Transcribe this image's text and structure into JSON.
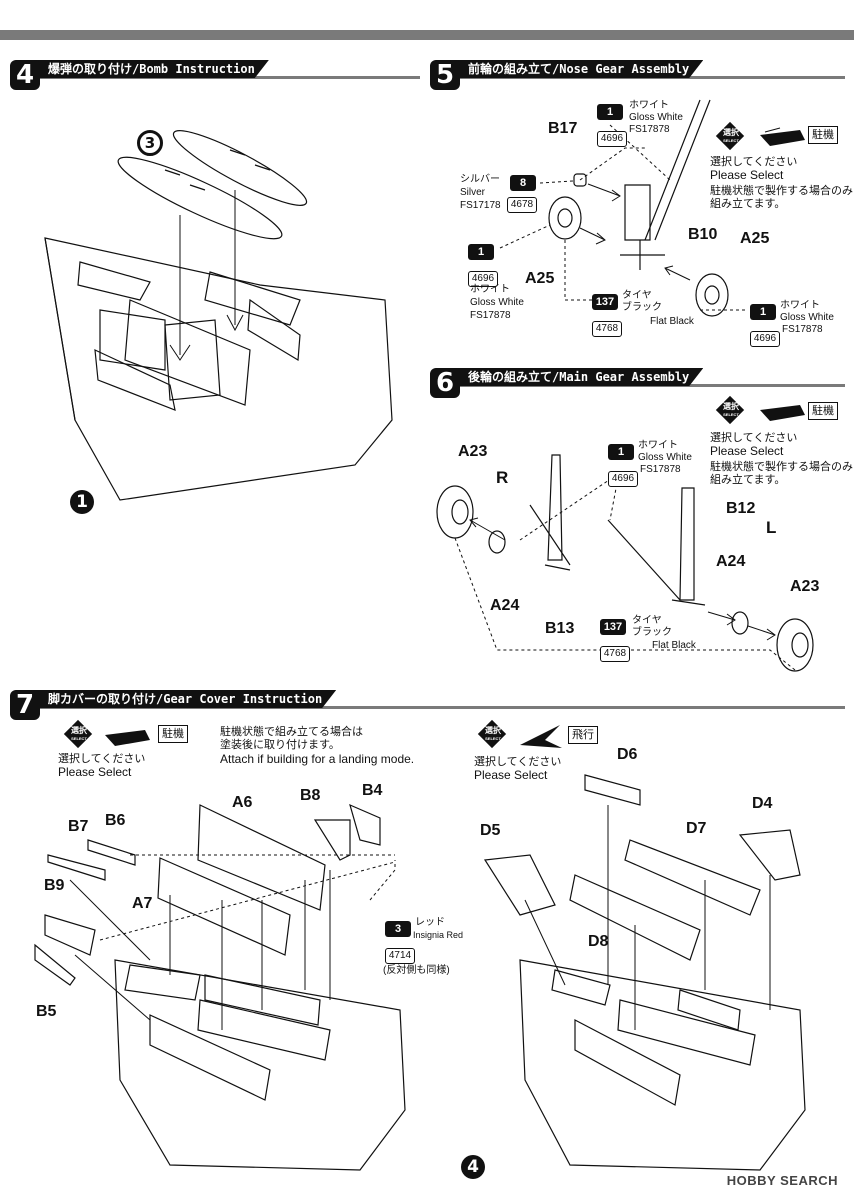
{
  "page_number": "4",
  "watermark": "HOBBY SEARCH",
  "steps": {
    "s4": {
      "num": "4",
      "title": "爆弾の取り付け/Bomb Instruction",
      "ref_top": "3",
      "ref_bottom": "1"
    },
    "s5": {
      "num": "5",
      "title": "前輪の組み立て/Nose Gear Assembly"
    },
    "s6": {
      "num": "6",
      "title": "後輪の組み立て/Main Gear Assembly"
    },
    "s7": {
      "num": "7",
      "title": "脚カバーの取り付け/Gear Cover Instruction"
    }
  },
  "select": {
    "badge_top": "選択",
    "badge_bottom": "SELECT",
    "jp": "選択してください",
    "en": "Please Select",
    "parked_label": "駐機",
    "flight_label": "飛行",
    "parked_note_jp_1": "駐機状態で製作する場合のみ",
    "parked_note_jp_2": "組み立てます。",
    "landing_note_jp_1": "駐機状態で組み立てる場合は",
    "landing_note_jp_2": "塗装後に取り付けます。",
    "landing_note_en": "Attach if building for a landing mode."
  },
  "paints": {
    "white": {
      "num": "1",
      "code": "4696",
      "jp": "ホワイト",
      "en": "Gloss White",
      "fs": "FS17878"
    },
    "silver": {
      "num": "8",
      "code": "4678",
      "jp": "シルバー",
      "en": "Silver",
      "fs": "FS17178"
    },
    "black": {
      "num": "137",
      "code": "4768",
      "jp1": "タイヤ",
      "jp2": "ブラック",
      "en": "Flat Black"
    },
    "red": {
      "num": "3",
      "code": "4714",
      "jp": "レッド",
      "en": "Insignia Red",
      "note": "(反対側も同様)"
    }
  },
  "parts": {
    "b17": "B17",
    "b10": "B10",
    "a25a": "A25",
    "a25b": "A25",
    "a23a": "A23",
    "a23b": "A23",
    "a24a": "A24",
    "a24b": "A24",
    "b12": "B12",
    "b13": "B13",
    "r": "R",
    "l": "L",
    "a6": "A6",
    "a7": "A7",
    "b4": "B4",
    "b5": "B5",
    "b6": "B6",
    "b7": "B7",
    "b8": "B8",
    "b9": "B9",
    "d4": "D4",
    "d5": "D5",
    "d6": "D6",
    "d7": "D7",
    "d8": "D8"
  }
}
